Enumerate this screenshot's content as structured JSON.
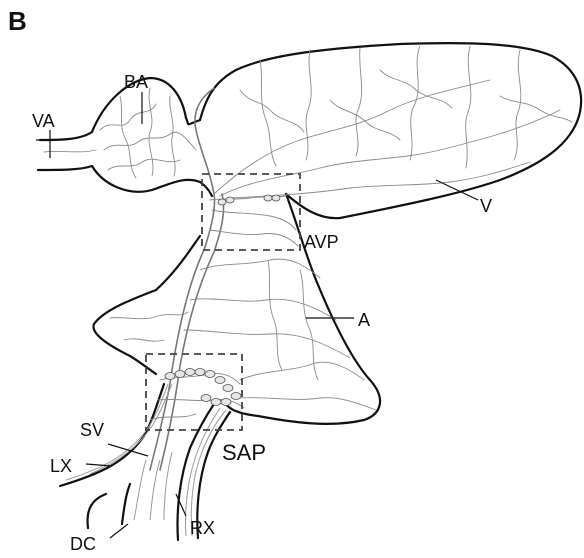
{
  "panel_letter": "B",
  "labels": {
    "va": "VA",
    "ba": "BA",
    "v": "V",
    "avp": "AVP",
    "a": "A",
    "sv": "SV",
    "lx": "LX",
    "sap": "SAP",
    "dc": "DC",
    "rx": "RX"
  },
  "colors": {
    "outline": "#111111",
    "vessels": "#8a8a8a",
    "dashed_box": "#444444",
    "background": "#ffffff"
  }
}
